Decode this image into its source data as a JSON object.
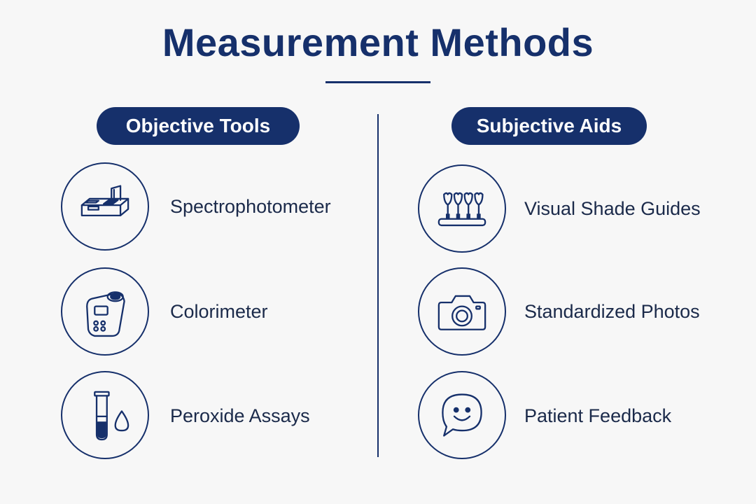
{
  "title": "Measurement Methods",
  "columns": [
    {
      "header": "Objective Tools",
      "items": [
        {
          "label": "Spectrophotometer",
          "icon": "spectrophotometer-icon"
        },
        {
          "label": "Colorimeter",
          "icon": "colorimeter-icon"
        },
        {
          "label": "Peroxide Assays",
          "icon": "test-tube-drop-icon"
        }
      ]
    },
    {
      "header": "Subjective Aids",
      "items": [
        {
          "label": "Visual Shade Guides",
          "icon": "shade-guide-teeth-icon"
        },
        {
          "label": "Standardized Photos",
          "icon": "camera-icon"
        },
        {
          "label": "Patient Feedback",
          "icon": "smiley-speech-bubble-icon"
        }
      ]
    }
  ],
  "colors": {
    "primary": "#16306b",
    "background": "#f7f7f7",
    "text": "#1b2a4a"
  }
}
